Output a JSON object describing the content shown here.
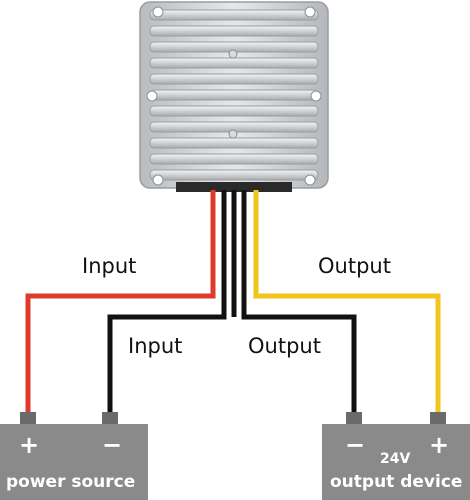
{
  "labels": {
    "input_top": "Input",
    "input_bottom": "Input",
    "output_top": "Output",
    "output_bottom": "Output"
  },
  "power_source": {
    "name": "power source",
    "plus": "+",
    "minus": "−"
  },
  "output_device": {
    "voltage": "24V",
    "name": "output device",
    "plus": "+",
    "minus": "−"
  },
  "colors": {
    "wire_red": "#e03a2c",
    "wire_black": "#111111",
    "wire_yellow": "#f2c41e",
    "box": "#8a8a8a",
    "terminal": "#6a6a6a",
    "housing": "#cfd1d3"
  }
}
